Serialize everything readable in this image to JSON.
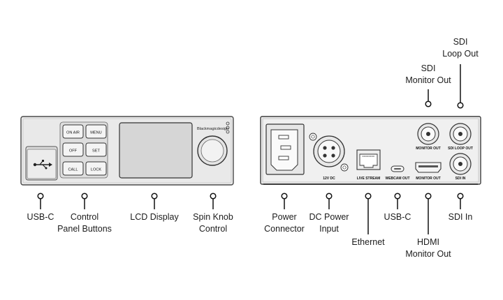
{
  "front_panel": {
    "buttons": [
      "ON AIR",
      "MENU",
      "OFF",
      "SET",
      "CALL",
      "LOCK"
    ],
    "logo_text": "Blackmagicdesign",
    "usb_icon": "usb-icon"
  },
  "rear_panel": {
    "port_labels": {
      "dc": "12V DC",
      "live_stream": "LIVE STREAM",
      "webcam_out": "WEBCAM OUT",
      "monitor_out": "MONITOR OUT",
      "sdi_loop_out": "SDI LOOP OUT",
      "sdi_monitor_out": "MONITOR OUT",
      "sdi_in": "SDI IN"
    }
  },
  "callouts": {
    "usb_c_front": [
      "USB-C"
    ],
    "control_panel_buttons": [
      "Control",
      "Panel Buttons"
    ],
    "lcd_display": [
      "LCD Display"
    ],
    "spin_knob": [
      "Spin Knob",
      "Control"
    ],
    "power_connector": [
      "Power",
      "Connector"
    ],
    "dc_power_input": [
      "DC Power",
      "Input"
    ],
    "ethernet": [
      "Ethernet"
    ],
    "usb_c_rear": [
      "USB-C"
    ],
    "hdmi_monitor_out": [
      "HDMI",
      "Monitor Out"
    ],
    "sdi_in": [
      "SDI In"
    ],
    "sdi_monitor_out": [
      "SDI",
      "Monitor Out"
    ],
    "sdi_loop_out": [
      "SDI",
      "Loop Out"
    ]
  }
}
